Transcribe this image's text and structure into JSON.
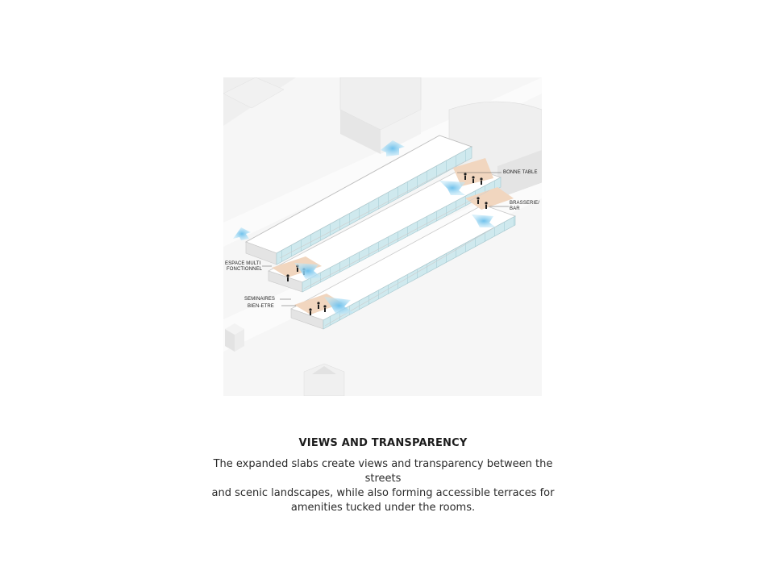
{
  "diagram": {
    "callouts": {
      "bonne_table": "BONNE TABLE",
      "brasserie_1": "BRASSERIE/",
      "brasserie_2": "BAR",
      "espace_1": "ESPACE MULTI",
      "espace_2": "FONCTIONNEL",
      "seminaires": "SEMINAIRES",
      "bien_etre": "BIEN-ETRE"
    },
    "colors": {
      "slab_roof": "#ffffff",
      "slab_side": "#e4e4e4",
      "glazing": "#cfe9ee",
      "terrace": "#f1d6bf",
      "view_arrow": "#7cc8ee",
      "context_building": "#eaeaea"
    }
  },
  "caption": {
    "title": "VIEWS AND TRANSPARENCY",
    "line1": "The expanded slabs create views and transparency between the streets",
    "line2": "and scenic landscapes, while also forming accessible terraces for",
    "line3": "amenities tucked under the rooms."
  }
}
